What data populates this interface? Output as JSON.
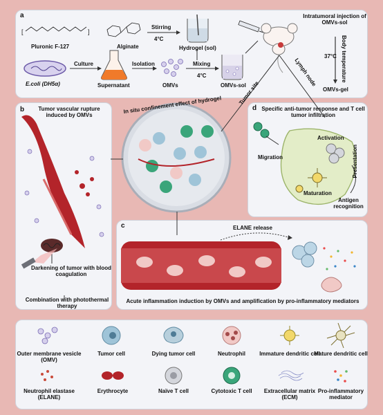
{
  "panel_a": {
    "letter": "a",
    "pluronic": "Pluronic F-127",
    "alginate": "Alginate",
    "stirring": "Stirring",
    "temp1": "4°C",
    "hydrogel_sol": "Hydrogel (sol)",
    "ecoli": "E.coli (DH5α)",
    "culture": "Culture",
    "supernatant": "Supernatant",
    "isolation": "Isolation",
    "omvs": "OMVs",
    "mixing": "Mixing",
    "temp2": "4°C",
    "omvs_sol": "OMVs-sol",
    "injection": "Intratumoral injection of OMVs-sol",
    "body_temp": "Body temperature",
    "temp3": "37°C",
    "omvs_gel": "OMVs-gel"
  },
  "center": {
    "confinement": "In situ confinement effect of hydrogel",
    "tumor_site": "Tumor site",
    "lymph_node": "Lymph node"
  },
  "panel_b": {
    "letter": "b",
    "title": "Tumor vascular rupture induced by OMVs",
    "darkening": "Darkening of tumor with blood coagulation",
    "combination": "Combination with photothermal therapy"
  },
  "panel_c": {
    "letter": "c",
    "elane_release": "ELANE release",
    "caption": "Acute inflammation induction by OMVs and amplification by pro-inflammatory mediators"
  },
  "panel_d": {
    "letter": "d",
    "title": "Specific anti-tumor response and T cell tumor infiltration",
    "activation": "Activation",
    "migration": "Migration",
    "presentation": "Presentation",
    "maturation": "Maturation",
    "antigen": "Antigen recognition"
  },
  "legend": {
    "items": [
      {
        "icon": "omv-icon",
        "label": "Outer membrane vesicle (OMV)"
      },
      {
        "icon": "tumor-cell-icon",
        "label": "Tumor cell"
      },
      {
        "icon": "dying-tumor-cell-icon",
        "label": "Dying tumor cell"
      },
      {
        "icon": "neutrophil-icon",
        "label": "Neutrophil"
      },
      {
        "icon": "immature-dc-icon",
        "label": "Immature dendritic cell"
      },
      {
        "icon": "mature-dc-icon",
        "label": "Mature dendritic cell"
      },
      {
        "icon": "elane-icon",
        "label": "Neutrophil elastase (ELANE)"
      },
      {
        "icon": "erythrocyte-icon",
        "label": "Erythrocyte"
      },
      {
        "icon": "naive-t-cell-icon",
        "label": "Naïve T cell"
      },
      {
        "icon": "cytotoxic-t-cell-icon",
        "label": "Cytotoxic T cell"
      },
      {
        "icon": "ecm-icon",
        "label": "Extracellular matrix (ECM)"
      },
      {
        "icon": "mediator-icon",
        "label": "Pro-inflammatory mediator"
      }
    ]
  },
  "colors": {
    "background": "#e8b8b4",
    "panel": "#f3f4f8",
    "tumor_cell": "#9fc4d8",
    "cytotoxic_t": "#3aa57a",
    "vessel": "#b3242a",
    "supernatant": "#f07a2a",
    "lymph_node": "#e3edc8"
  }
}
